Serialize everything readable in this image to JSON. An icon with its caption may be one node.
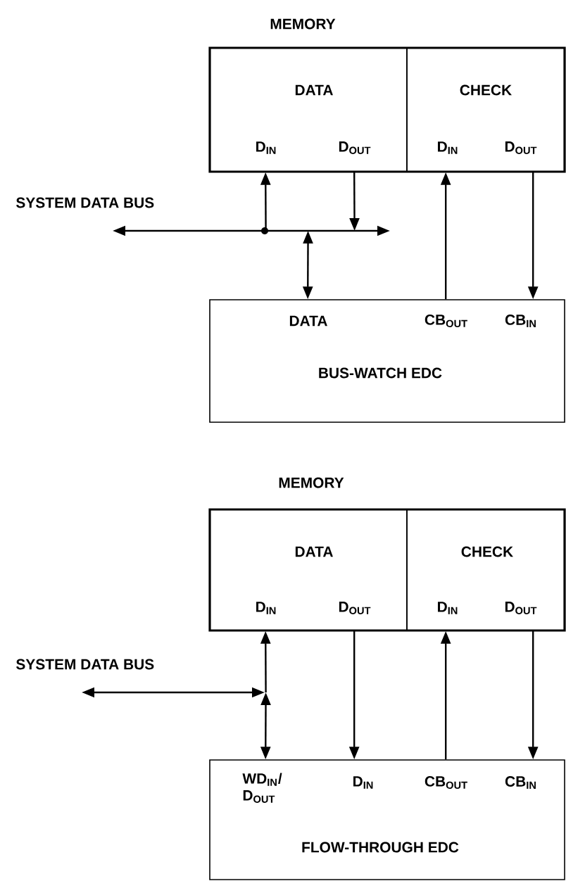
{
  "diagram": {
    "nodes": [
      {
        "text": [
          "MEMORY"
        ]
      },
      {
        "text": [
          "DATA",
          "D$_{IN}$",
          "D$_{OUT}$"
        ],
        "in": 0
      },
      {
        "text": [
          "CHECK",
          "D$_{IN}$",
          "D$_{OUT}$"
        ],
        "in": 0
      },
      {
        "text": [],
        "shape": "line",
        "beside": [
          "SYSTEM DATA BUS"
        ]
      },
      {
        "text": [
          "DATA",
          "CB$_{OUT}$",
          "CB$_{IN}$",
          "BUS-WATCH EDC"
        ]
      },
      {
        "text": [
          "MEMORY"
        ]
      },
      {
        "text": [
          "DATA",
          "D$_{IN}$",
          "D$_{OUT}$"
        ],
        "in": 5
      },
      {
        "text": [
          "CHECK",
          "D$_{IN}$",
          "D$_{OUT}$"
        ],
        "in": 5
      },
      {
        "text": [],
        "shape": "line",
        "beside": [
          "SYSTEM DATA BUS"
        ]
      },
      {
        "text": [
          "WD$_{IN}$/ D$_{OUT}$",
          "D$_{IN}$",
          "CB$_{OUT}$",
          "CB$_{IN}$",
          "FLOW-THROUGH EDC"
        ]
      }
    ],
    "edges": [
      {
        "from": 3,
        "to": 1,
        "arrow": "to"
      },
      {
        "from": 1,
        "to": 3,
        "arrow": "to"
      },
      {
        "from": 3,
        "to": 4,
        "arrow": "both"
      },
      {
        "from": 4,
        "to": 2,
        "arrow": "to"
      },
      {
        "from": 2,
        "to": 4,
        "arrow": "to"
      },
      {
        "from": 8,
        "to": 6,
        "arrow": "to"
      },
      {
        "from": 8,
        "to": 9,
        "arrow": "both"
      },
      {
        "from": 6,
        "to": 9,
        "arrow": "to"
      },
      {
        "from": 9,
        "to": 7,
        "arrow": "to"
      },
      {
        "from": 7,
        "to": 9,
        "arrow": "to"
      }
    ]
  }
}
